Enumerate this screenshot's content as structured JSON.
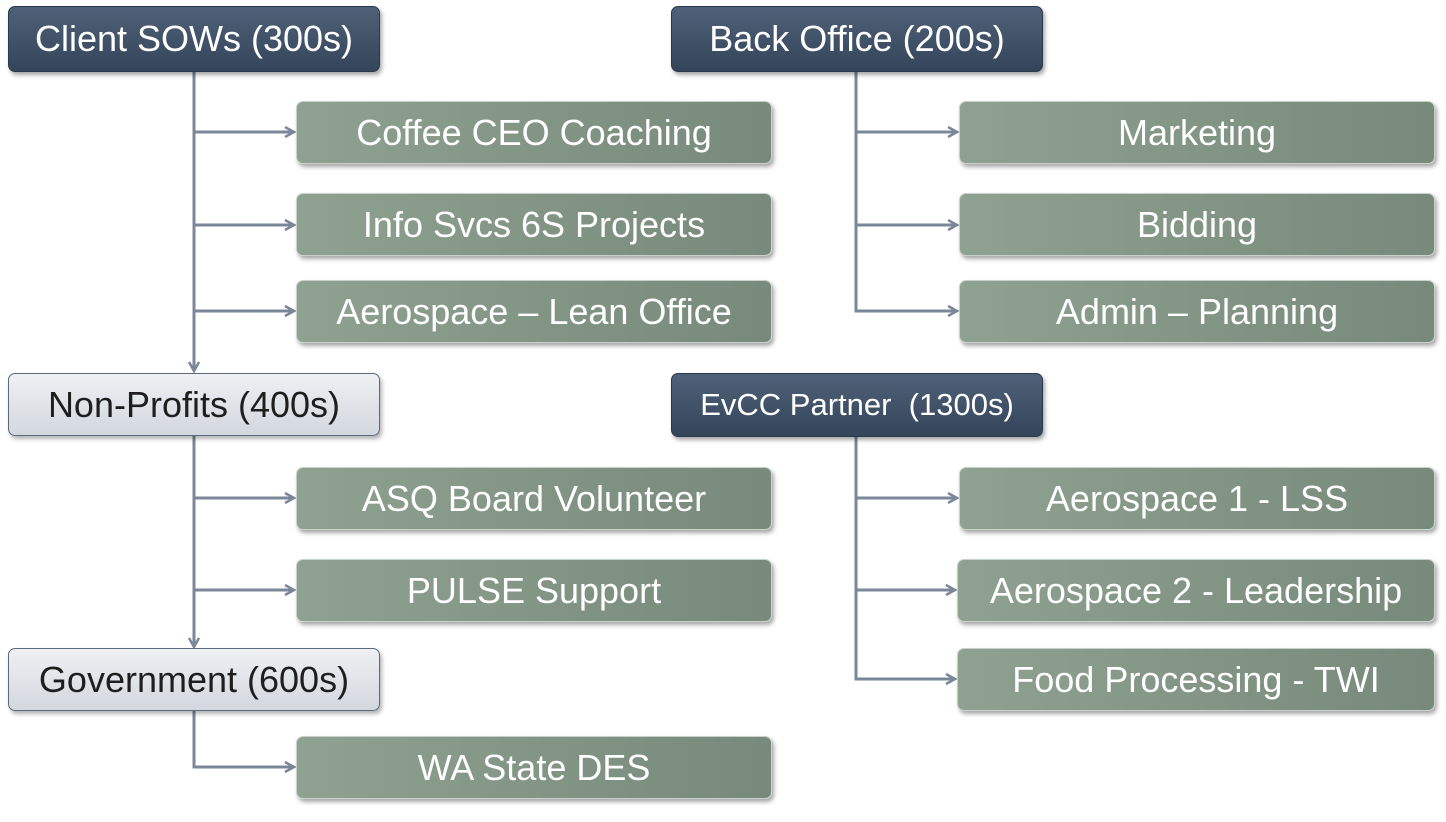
{
  "groups": [
    {
      "title": "Client SOWs (300s)",
      "children": [
        "Coffee CEO Coaching",
        "Info Svcs 6S Projects",
        "Aerospace – Lean Office"
      ]
    },
    {
      "title": "Non-Profits (400s)",
      "children": [
        "ASQ Board Volunteer",
        "PULSE Support"
      ]
    },
    {
      "title": "Government (600s)",
      "children": [
        "WA State DES"
      ]
    },
    {
      "title": "Back Office (200s)",
      "children": [
        "Marketing",
        "Bidding",
        "Admin – Planning"
      ]
    },
    {
      "title": "EvCC Partner  (1300s)",
      "children": [
        "Aerospace 1 - LSS",
        "Aerospace 2 - Leadership",
        "Food Processing - TWI"
      ]
    }
  ],
  "colors": {
    "header_dark": "#3b4b60",
    "header_light": "#dde1e6",
    "child_box": "#839685",
    "connector": "#7a8799"
  }
}
